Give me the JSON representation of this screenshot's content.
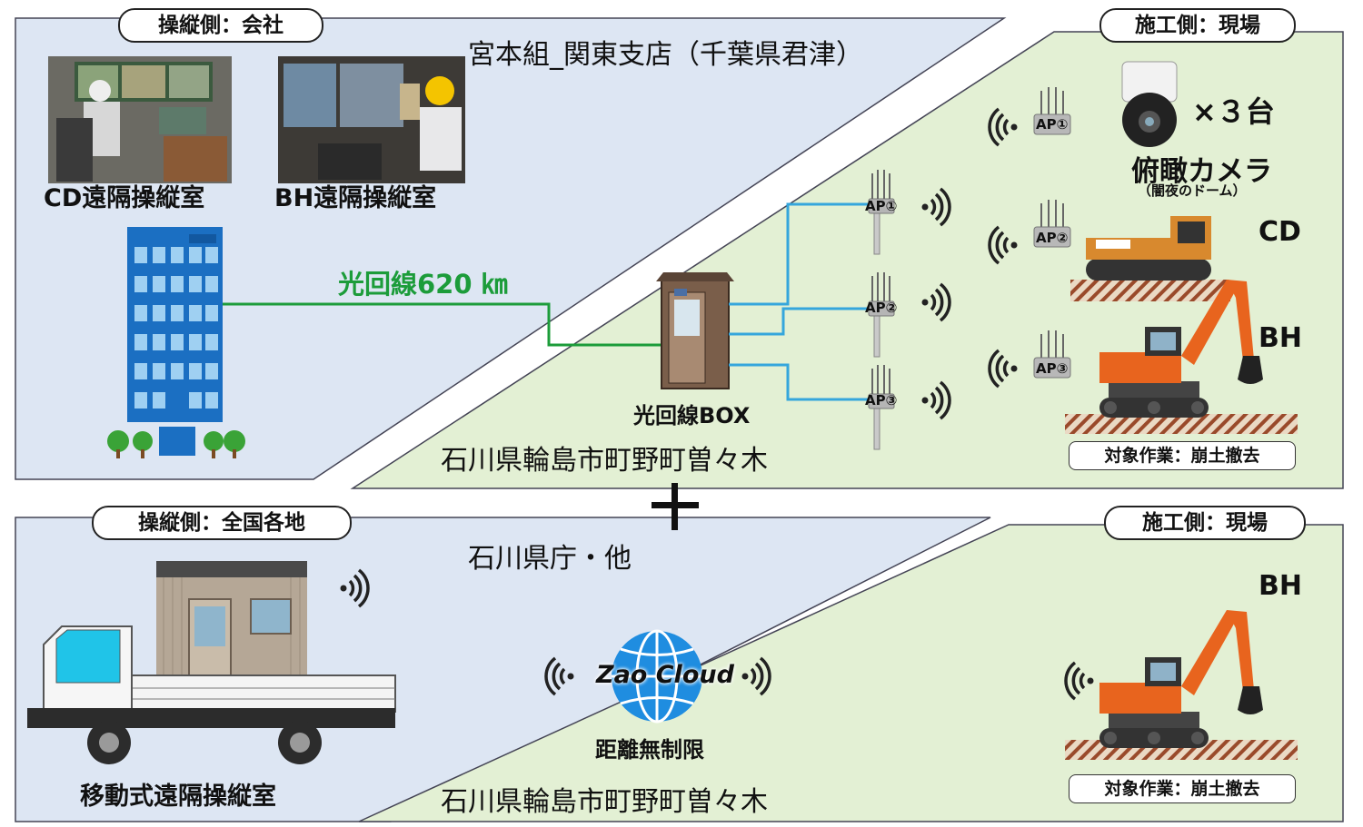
{
  "top": {
    "operator_tag": "操縦側：会社",
    "site_tag": "施工側：現場",
    "operator_location": "宮本組_関東支店（千葉県君津）",
    "room_cd": "CD遠隔操縦室",
    "room_bh": "BH遠隔操縦室",
    "fiber_line": "光回線620 ㎞",
    "fiber_box": "光回線BOX",
    "ap_labels": [
      "AP①",
      "AP②",
      "AP③"
    ],
    "camera_count": "×３台",
    "camera_name": "俯瞰カメラ",
    "camera_sub": "（闇夜のドーム）",
    "machine_cd": "CD",
    "machine_bh": "BH",
    "site_location": "石川県輪島市町野町曽々木",
    "task": "対象作業：崩土撤去"
  },
  "plus_sign": "+",
  "bottom": {
    "operator_tag": "操縦側：全国各地",
    "site_tag": "施工側：現場",
    "operator_location": "石川県庁・他",
    "mobile_room": "移動式遠隔操縦室",
    "cloud_name": "Zao Cloud",
    "cloud_sub": "距離無制限",
    "machine_bh": "BH",
    "site_location": "石川県輪島市町野町曽々木",
    "task": "対象作業：崩土撤去"
  },
  "colors": {
    "operator_bg": "#dde6f3",
    "site_bg": "#e3f0d4",
    "fiber_green": "#1c9c3a",
    "lan_blue": "#35a6dc",
    "excavator_orange": "#e8641e"
  }
}
